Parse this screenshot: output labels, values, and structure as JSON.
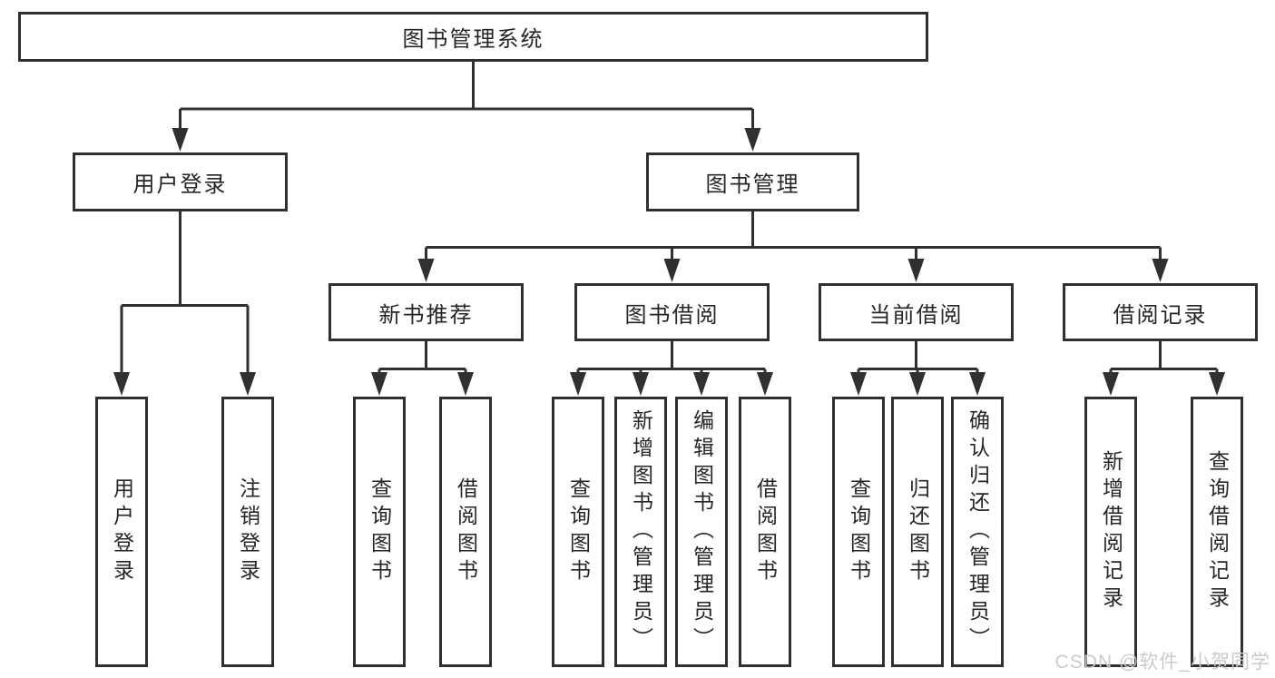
{
  "diagram_title": "图书管理系统",
  "nodes": {
    "root": "图书管理系统",
    "user_login": "用户登录",
    "book_mgmt": "图书管理",
    "ul_login": "用户登录",
    "ul_logout": "注销登录",
    "new_book_rec": "新书推荐",
    "book_borrow": "图书借阅",
    "current_borrow": "当前借阅",
    "borrow_record": "借阅记录",
    "nb_query": "查询图书",
    "nb_borrow": "借阅图书",
    "bb_query": "查询图书",
    "bb_add": "新增图书（管理员）",
    "bb_edit": "编辑图书（管理员）",
    "bb_borrow": "借阅图书",
    "cb_query": "查询图书",
    "cb_return": "归还图书",
    "cb_confirm": "确认归还（管理员）",
    "br_add": "新增借阅记录",
    "br_query": "查询借阅记录"
  },
  "hierarchy": {
    "root": [
      "user_login",
      "book_mgmt"
    ],
    "user_login": [
      "ul_login",
      "ul_logout"
    ],
    "book_mgmt": [
      "new_book_rec",
      "book_borrow",
      "current_borrow",
      "borrow_record"
    ],
    "new_book_rec": [
      "nb_query",
      "nb_borrow"
    ],
    "book_borrow": [
      "bb_query",
      "bb_add",
      "bb_edit",
      "bb_borrow"
    ],
    "current_borrow": [
      "cb_query",
      "cb_return",
      "cb_confirm"
    ],
    "borrow_record": [
      "br_add",
      "br_query"
    ]
  },
  "colors": {
    "line": "#303030",
    "text": "#262626",
    "watermark": "#c9c9c9"
  },
  "watermark": "CSDN @软件_小贺同学"
}
